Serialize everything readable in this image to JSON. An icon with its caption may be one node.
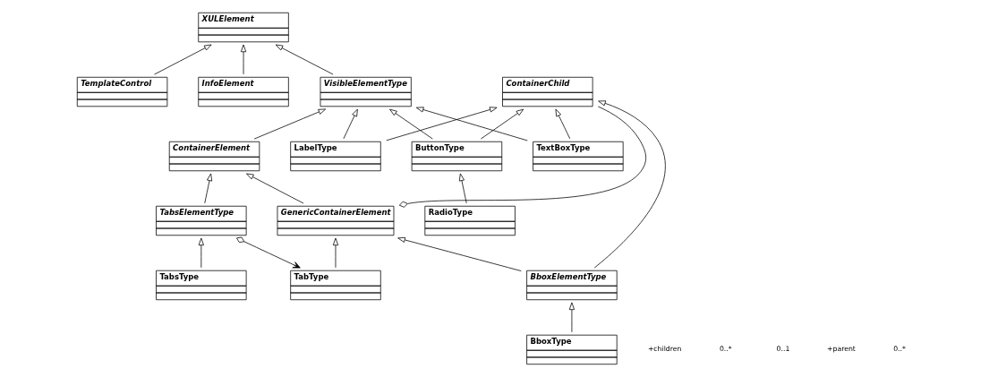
{
  "diagram": {
    "nodes": [
      {
        "text": [
          "TemplateControl"
        ]
      },
      {
        "text": [
          "XULElement"
        ]
      },
      {
        "text": [
          "InfoElement"
        ]
      },
      {
        "text": [
          "VisibleElementType"
        ]
      },
      {
        "text": [
          "ContainerChild"
        ]
      },
      {
        "text": [
          "ContainerElement"
        ]
      },
      {
        "text": [
          "TabsElementType"
        ]
      },
      {
        "text": [
          "BboxElementType"
        ]
      },
      {
        "text": [
          "GenericContainerElement"
        ]
      },
      {
        "text": [
          "LabelType"
        ]
      },
      {
        "text": [
          "RadioType"
        ]
      },
      {
        "text": [
          "ButtonType"
        ]
      },
      {
        "text": [
          "TextBoxType"
        ]
      },
      {
        "text": [
          "BboxType"
        ]
      },
      {
        "text": [
          "TabType"
        ]
      },
      {
        "text": [
          "TabsType"
        ]
      }
    ],
    "edges": [
      {
        "from": 0,
        "to": 1,
        "arrow": "to"
      },
      {
        "from": 2,
        "to": 1,
        "arrow": "to"
      },
      {
        "from": 3,
        "to": 1,
        "arrow": "to"
      },
      {
        "from": 5,
        "to": 3,
        "arrow": "to"
      },
      {
        "from": 6,
        "to": 5,
        "arrow": "to"
      },
      {
        "from": 4,
        "to": 8,
        "arrow": "other"
      },
      {
        "from": 7,
        "to": 4,
        "arrow": "to"
      },
      {
        "from": 8,
        "to": 5,
        "arrow": "to"
      },
      {
        "from": 9,
        "to": 3,
        "arrow": "to"
      },
      {
        "from": 11,
        "to": 3,
        "arrow": "to"
      },
      {
        "from": 12,
        "to": 3,
        "arrow": "to"
      },
      {
        "from": 9,
        "to": 4,
        "arrow": "to"
      },
      {
        "from": 11,
        "to": 4,
        "arrow": "to"
      },
      {
        "from": 12,
        "to": 4,
        "arrow": "to"
      },
      {
        "from": 7,
        "to": 8,
        "arrow": "to"
      },
      {
        "from": 10,
        "to": 11,
        "arrow": "to"
      },
      {
        "from": 13,
        "to": 7,
        "arrow": "to"
      },
      {
        "from": 14,
        "to": 8,
        "arrow": "to"
      },
      {
        "from": 6,
        "to": 14,
        "arrow": "to"
      },
      {
        "from": 15,
        "to": 6,
        "arrow": "to"
      }
    ],
    "labels": [
      "+children",
      "0..*",
      "0..1",
      "+parent",
      "0..*"
    ]
  }
}
